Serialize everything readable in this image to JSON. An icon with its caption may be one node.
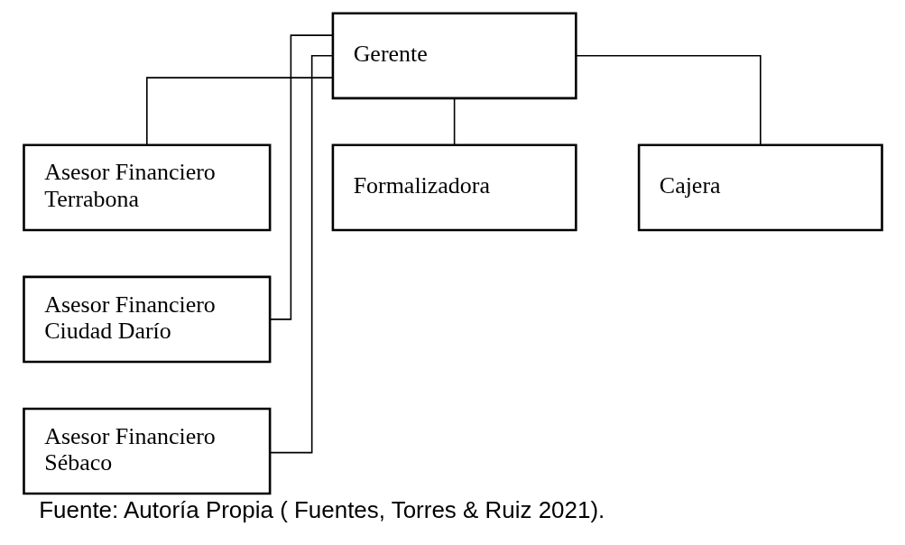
{
  "diagram": {
    "caption": "Fuente: Autoría Propia ( Fuentes, Torres & Ruiz 2021).",
    "nodes": [
      {
        "text": [
          "Gerente"
        ]
      },
      {
        "text": [
          "Asesor Financiero Terrabona"
        ]
      },
      {
        "text": [
          "Formalizadora"
        ]
      },
      {
        "text": [
          "Cajera"
        ]
      },
      {
        "text": [
          "Asesor Financiero Ciudad Darío"
        ]
      },
      {
        "text": [
          "Asesor Financiero Sébaco"
        ]
      }
    ],
    "edges": [
      {
        "from": 0,
        "to": 1,
        "arrow": "none"
      },
      {
        "from": 0,
        "to": 2,
        "arrow": "none"
      },
      {
        "from": 0,
        "to": 3,
        "arrow": "none"
      },
      {
        "from": 0,
        "to": 4,
        "arrow": "none"
      },
      {
        "from": 0,
        "to": 5,
        "arrow": "none"
      }
    ]
  }
}
